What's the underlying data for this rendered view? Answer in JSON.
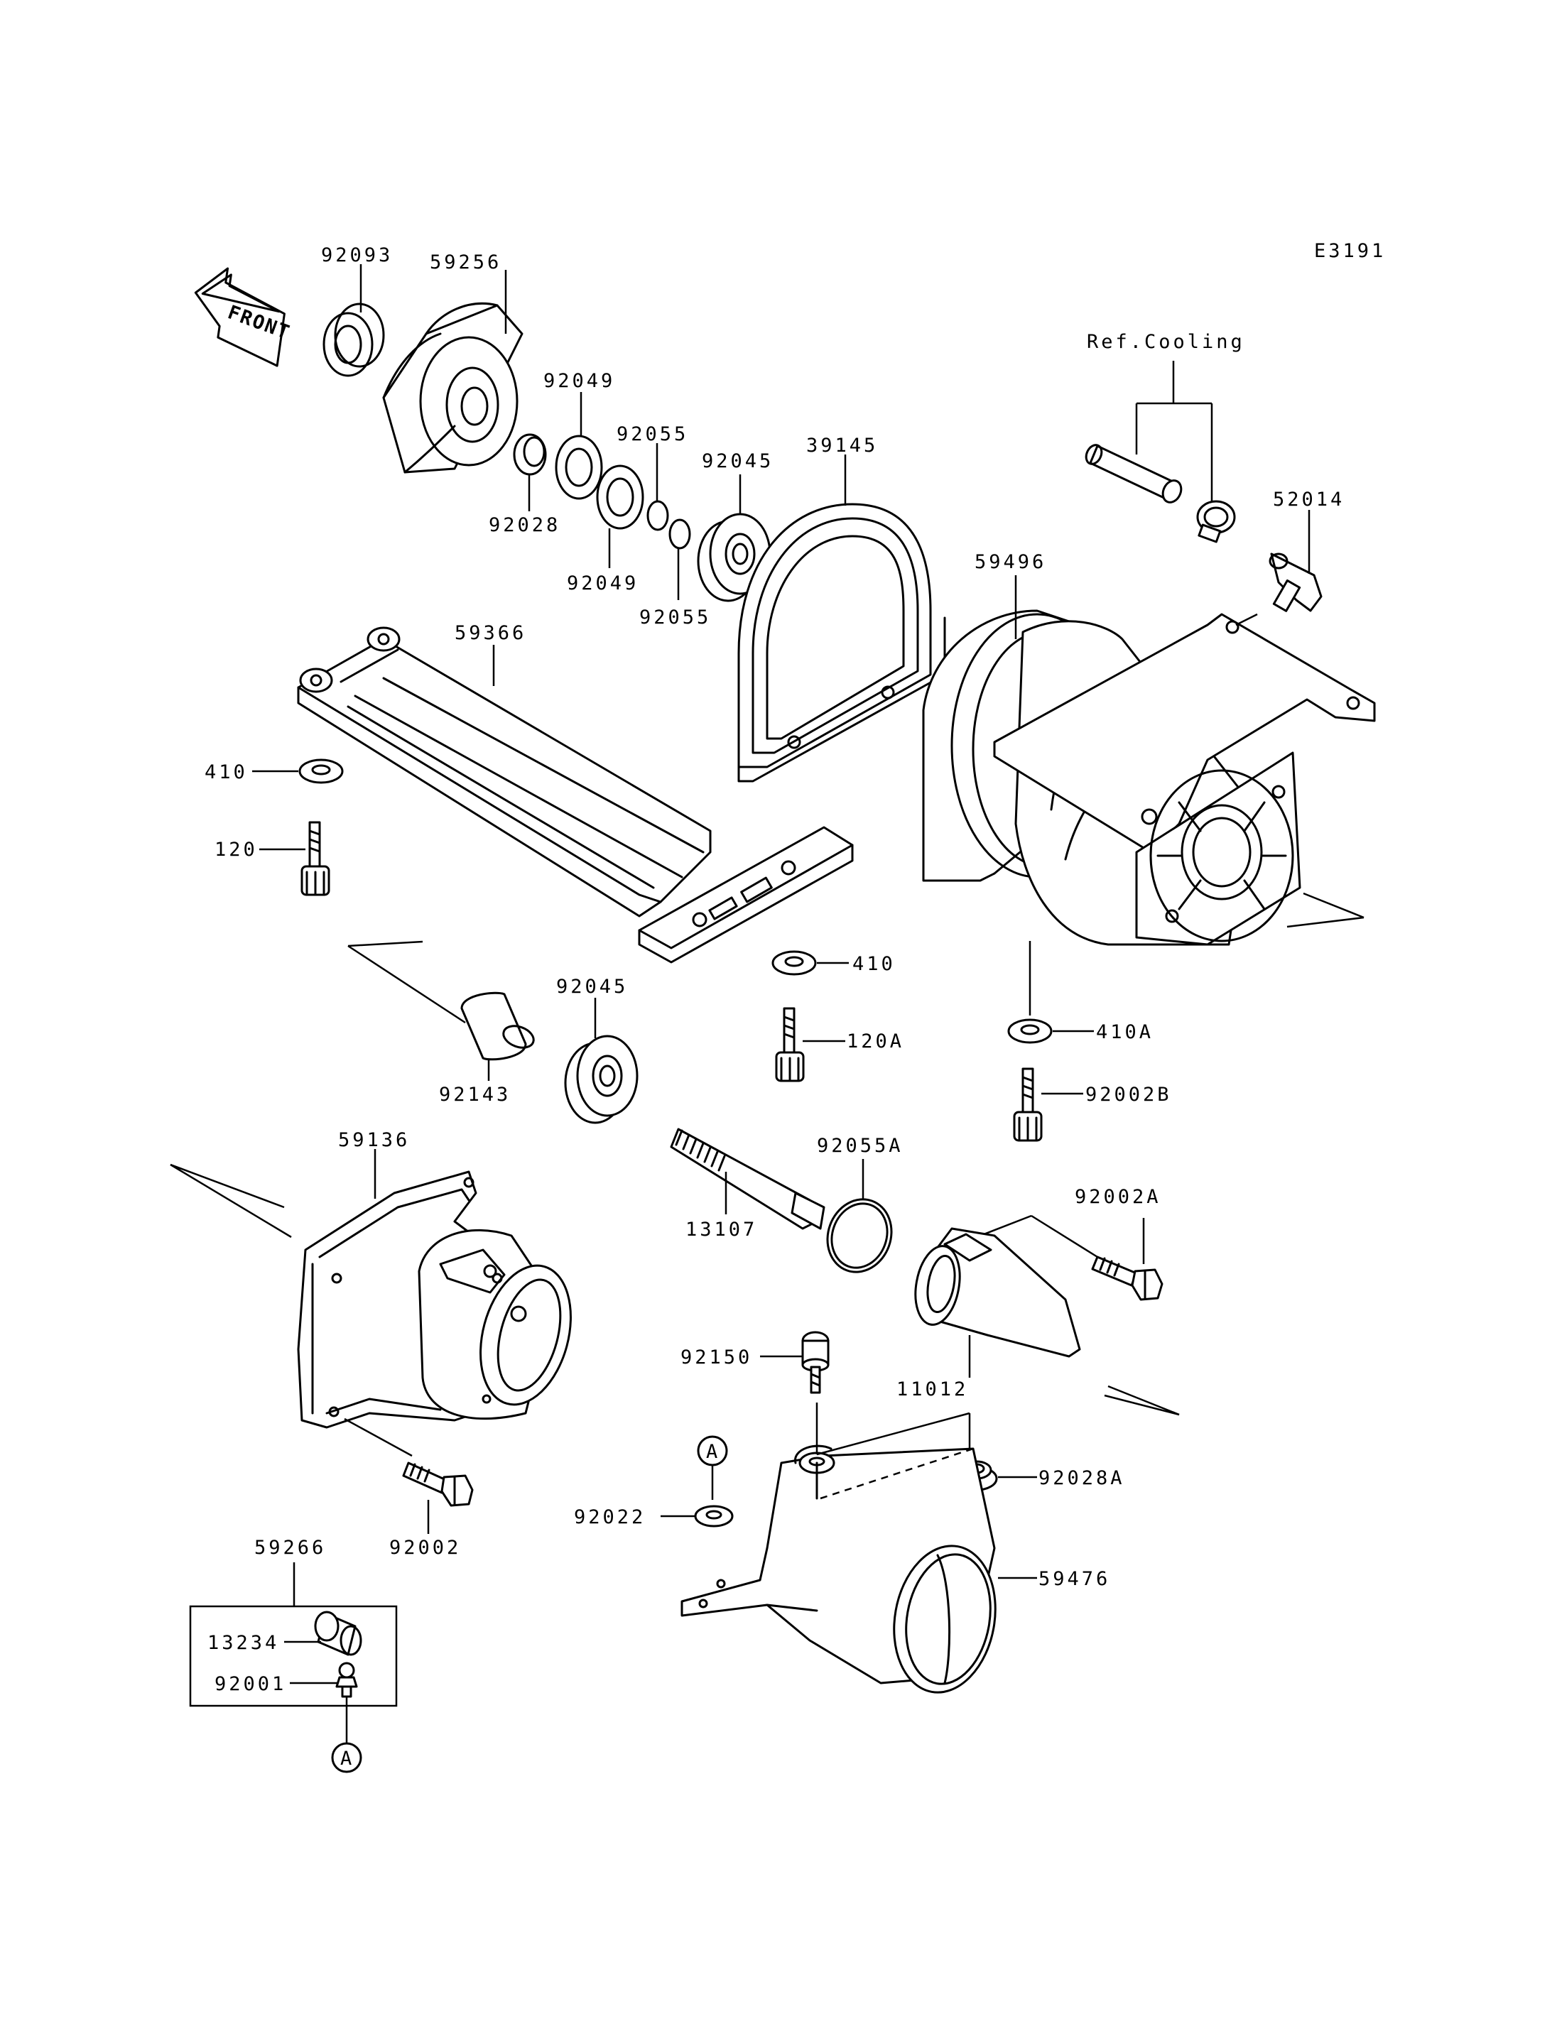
{
  "diagram_code": "E3191",
  "front_label": "FRONT",
  "ref_label": "Ref.Cooling",
  "callout_letter": "A",
  "labels": {
    "p92093": "92093",
    "p59256": "59256",
    "p92049a": "92049",
    "p92049b": "92049",
    "p92028": "92028",
    "p92055a": "92055",
    "p92055b": "92055",
    "p92045a": "92045",
    "p92045b": "92045",
    "p39145": "39145",
    "p52014": "52014",
    "p59496": "59496",
    "p59366": "59366",
    "p410a": "410",
    "p410b": "410",
    "p410A": "410A",
    "p120": "120",
    "p120A": "120A",
    "p92002B": "92002B",
    "p92143": "92143",
    "p59136": "59136",
    "p13107": "13107",
    "p92055A": "92055A",
    "p92002A": "92002A",
    "p92150": "92150",
    "p11012": "11012",
    "p92028A": "92028A",
    "p92022": "92022",
    "p59476": "59476",
    "p92002": "92002",
    "p59266": "59266",
    "p13234": "13234",
    "p92001": "92001"
  }
}
